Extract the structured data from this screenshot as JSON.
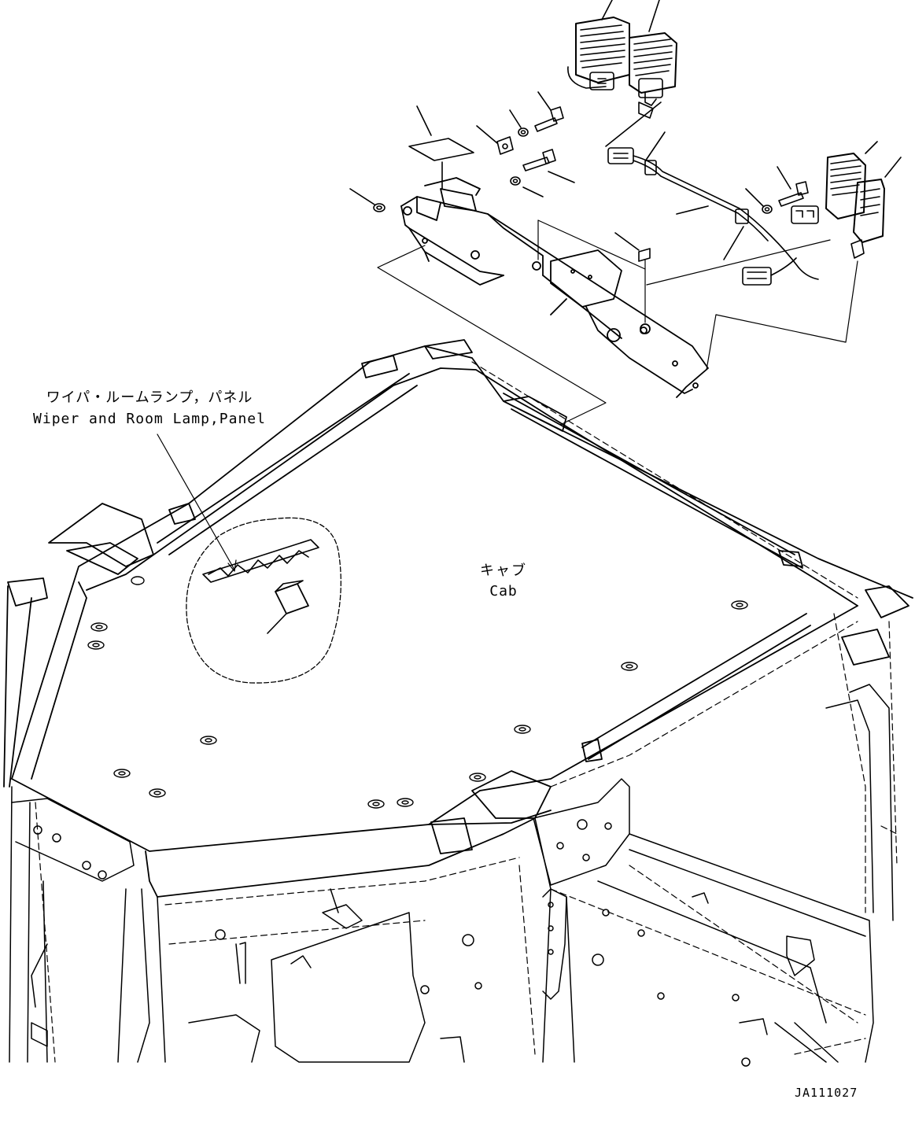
{
  "labels": {
    "wiper_panel_jp": "ワイパ・ルームランプ，パネル",
    "wiper_panel_en": "Wiper and Room Lamp,Panel",
    "cab_jp": "キャブ",
    "cab_en": "Cab",
    "drawing_code": "JA111027"
  },
  "colors": {
    "line": "#000000",
    "background": "#ffffff"
  }
}
